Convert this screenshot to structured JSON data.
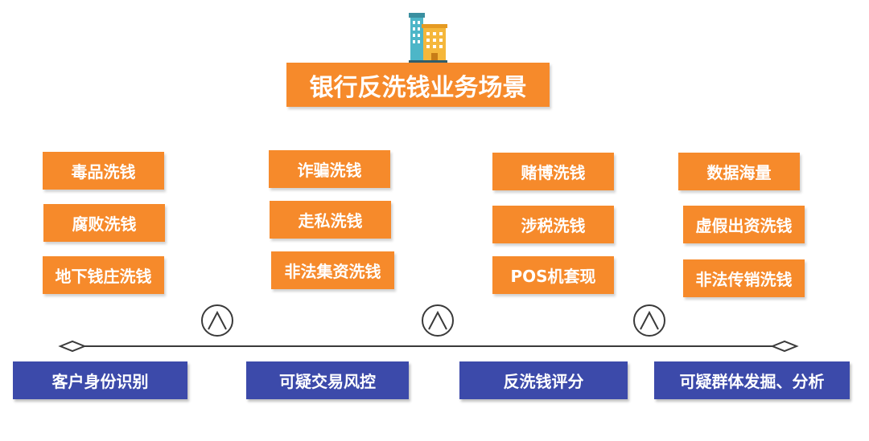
{
  "title": "银行反洗钱业务场景",
  "columns": [
    {
      "items": [
        "毒品洗钱",
        "腐败洗钱",
        "地下钱庄洗钱"
      ]
    },
    {
      "items": [
        "诈骗洗钱",
        "走私洗钱",
        "非法集资洗钱"
      ]
    },
    {
      "items": [
        "赌博洗钱",
        "涉税洗钱",
        "POS机套现"
      ]
    },
    {
      "items": [
        "数据海量",
        "虚假出资洗钱",
        "非法传销洗钱"
      ]
    }
  ],
  "bottom_labels": [
    "客户身份识别",
    "可疑交易风控",
    "反洗钱评分",
    "可疑群体发掘、分析"
  ],
  "colors": {
    "orange": "#f68a2b",
    "blue": "#3c4aaa",
    "line": "#3a3a3a"
  },
  "icons": [
    "building-icon",
    "up-arrow-icon",
    "diamond-end-icon"
  ]
}
